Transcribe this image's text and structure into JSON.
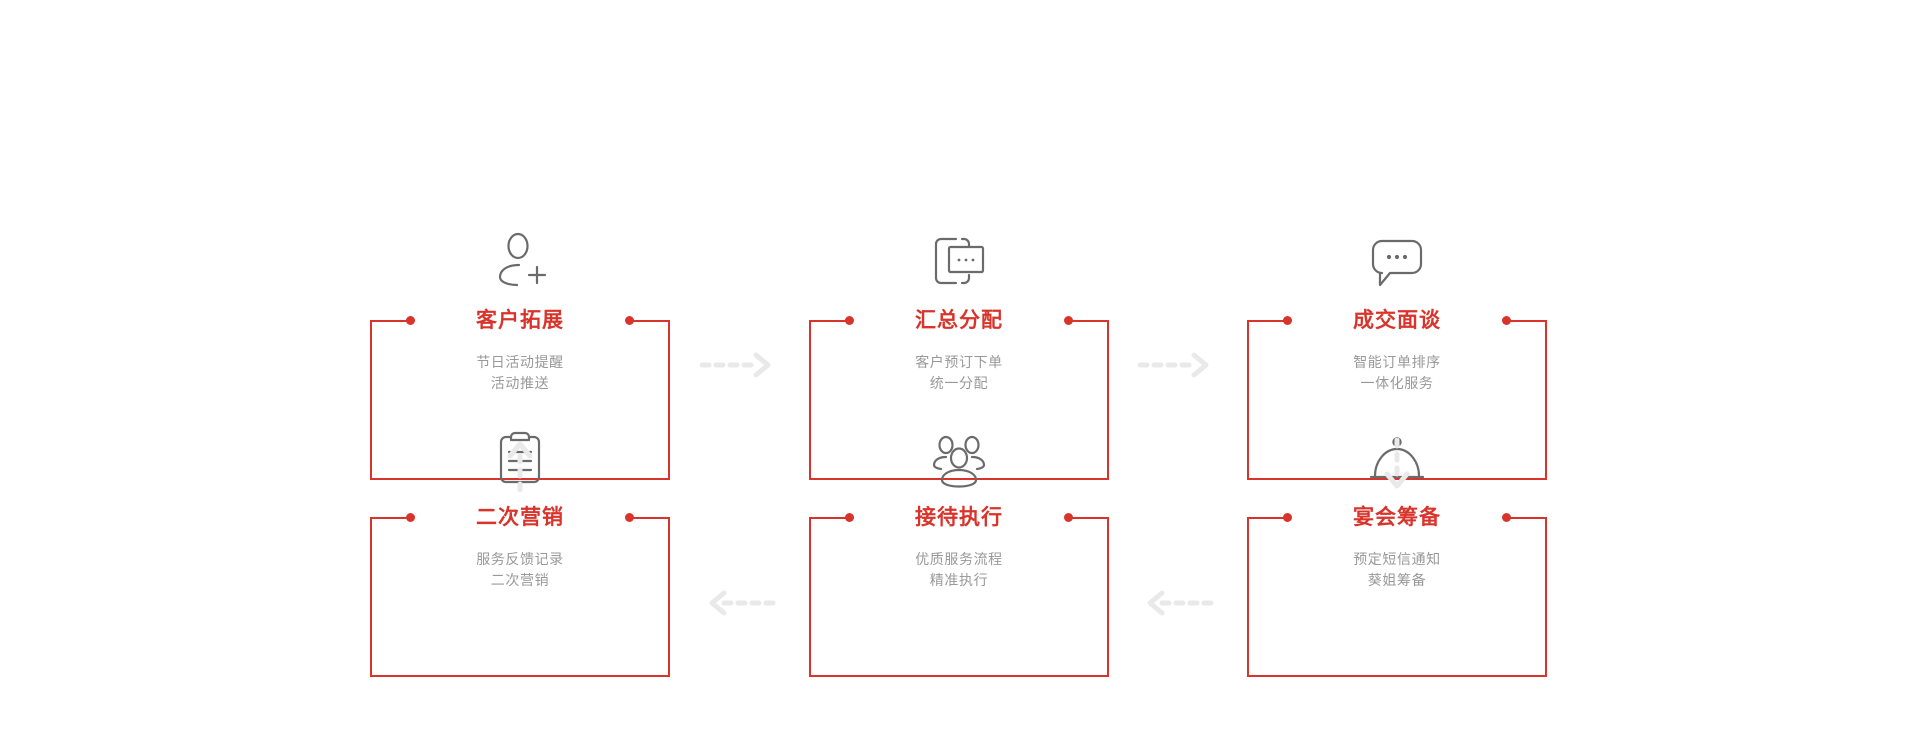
{
  "theme": {
    "background": "#ffffff",
    "accent_red": "#d9342b",
    "subtitle_gray": "#999999",
    "icon_gray": "#6b6b6b",
    "arrow_gray": "#e9e9e9"
  },
  "flow": {
    "cards": [
      {
        "id": "customer-expansion",
        "icon": "user-plus-icon",
        "title": "客户拓展",
        "lines": [
          "节日活动提醒",
          "活动推送"
        ]
      },
      {
        "id": "summary-allocation",
        "icon": "mobile-message-icon",
        "title": "汇总分配",
        "lines": [
          "客户预订下单",
          "统一分配"
        ]
      },
      {
        "id": "deal-interview",
        "icon": "speech-bubble-icon",
        "title": "成交面谈",
        "lines": [
          "智能订单排序",
          "一体化服务"
        ]
      },
      {
        "id": "secondary-marketing",
        "icon": "clipboard-icon",
        "title": "二次营销",
        "lines": [
          "服务反馈记录",
          "二次营销"
        ]
      },
      {
        "id": "reception-execution",
        "icon": "people-group-icon",
        "title": "接待执行",
        "lines": [
          "优质服务流程",
          "精准执行"
        ]
      },
      {
        "id": "banquet-preparation",
        "icon": "cloche-icon",
        "title": "宴会筹备",
        "lines": [
          "预定短信通知",
          "葵姐筹备"
        ]
      }
    ],
    "connectors": [
      {
        "id": "c1",
        "name": "arrow-right-dashed",
        "direction": "right",
        "from": "customer-expansion",
        "to": "summary-allocation"
      },
      {
        "id": "c2",
        "name": "arrow-right-dashed",
        "direction": "right",
        "from": "summary-allocation",
        "to": "deal-interview"
      },
      {
        "id": "c3",
        "name": "arrow-down-dashed",
        "direction": "down",
        "from": "deal-interview",
        "to": "banquet-preparation"
      },
      {
        "id": "c4",
        "name": "arrow-left-dashed",
        "direction": "left",
        "from": "banquet-preparation",
        "to": "reception-execution"
      },
      {
        "id": "c5",
        "name": "arrow-left-dashed",
        "direction": "left",
        "from": "reception-execution",
        "to": "secondary-marketing"
      },
      {
        "id": "c6",
        "name": "arrow-up-dashed",
        "direction": "up",
        "from": "secondary-marketing",
        "to": "customer-expansion"
      }
    ]
  }
}
